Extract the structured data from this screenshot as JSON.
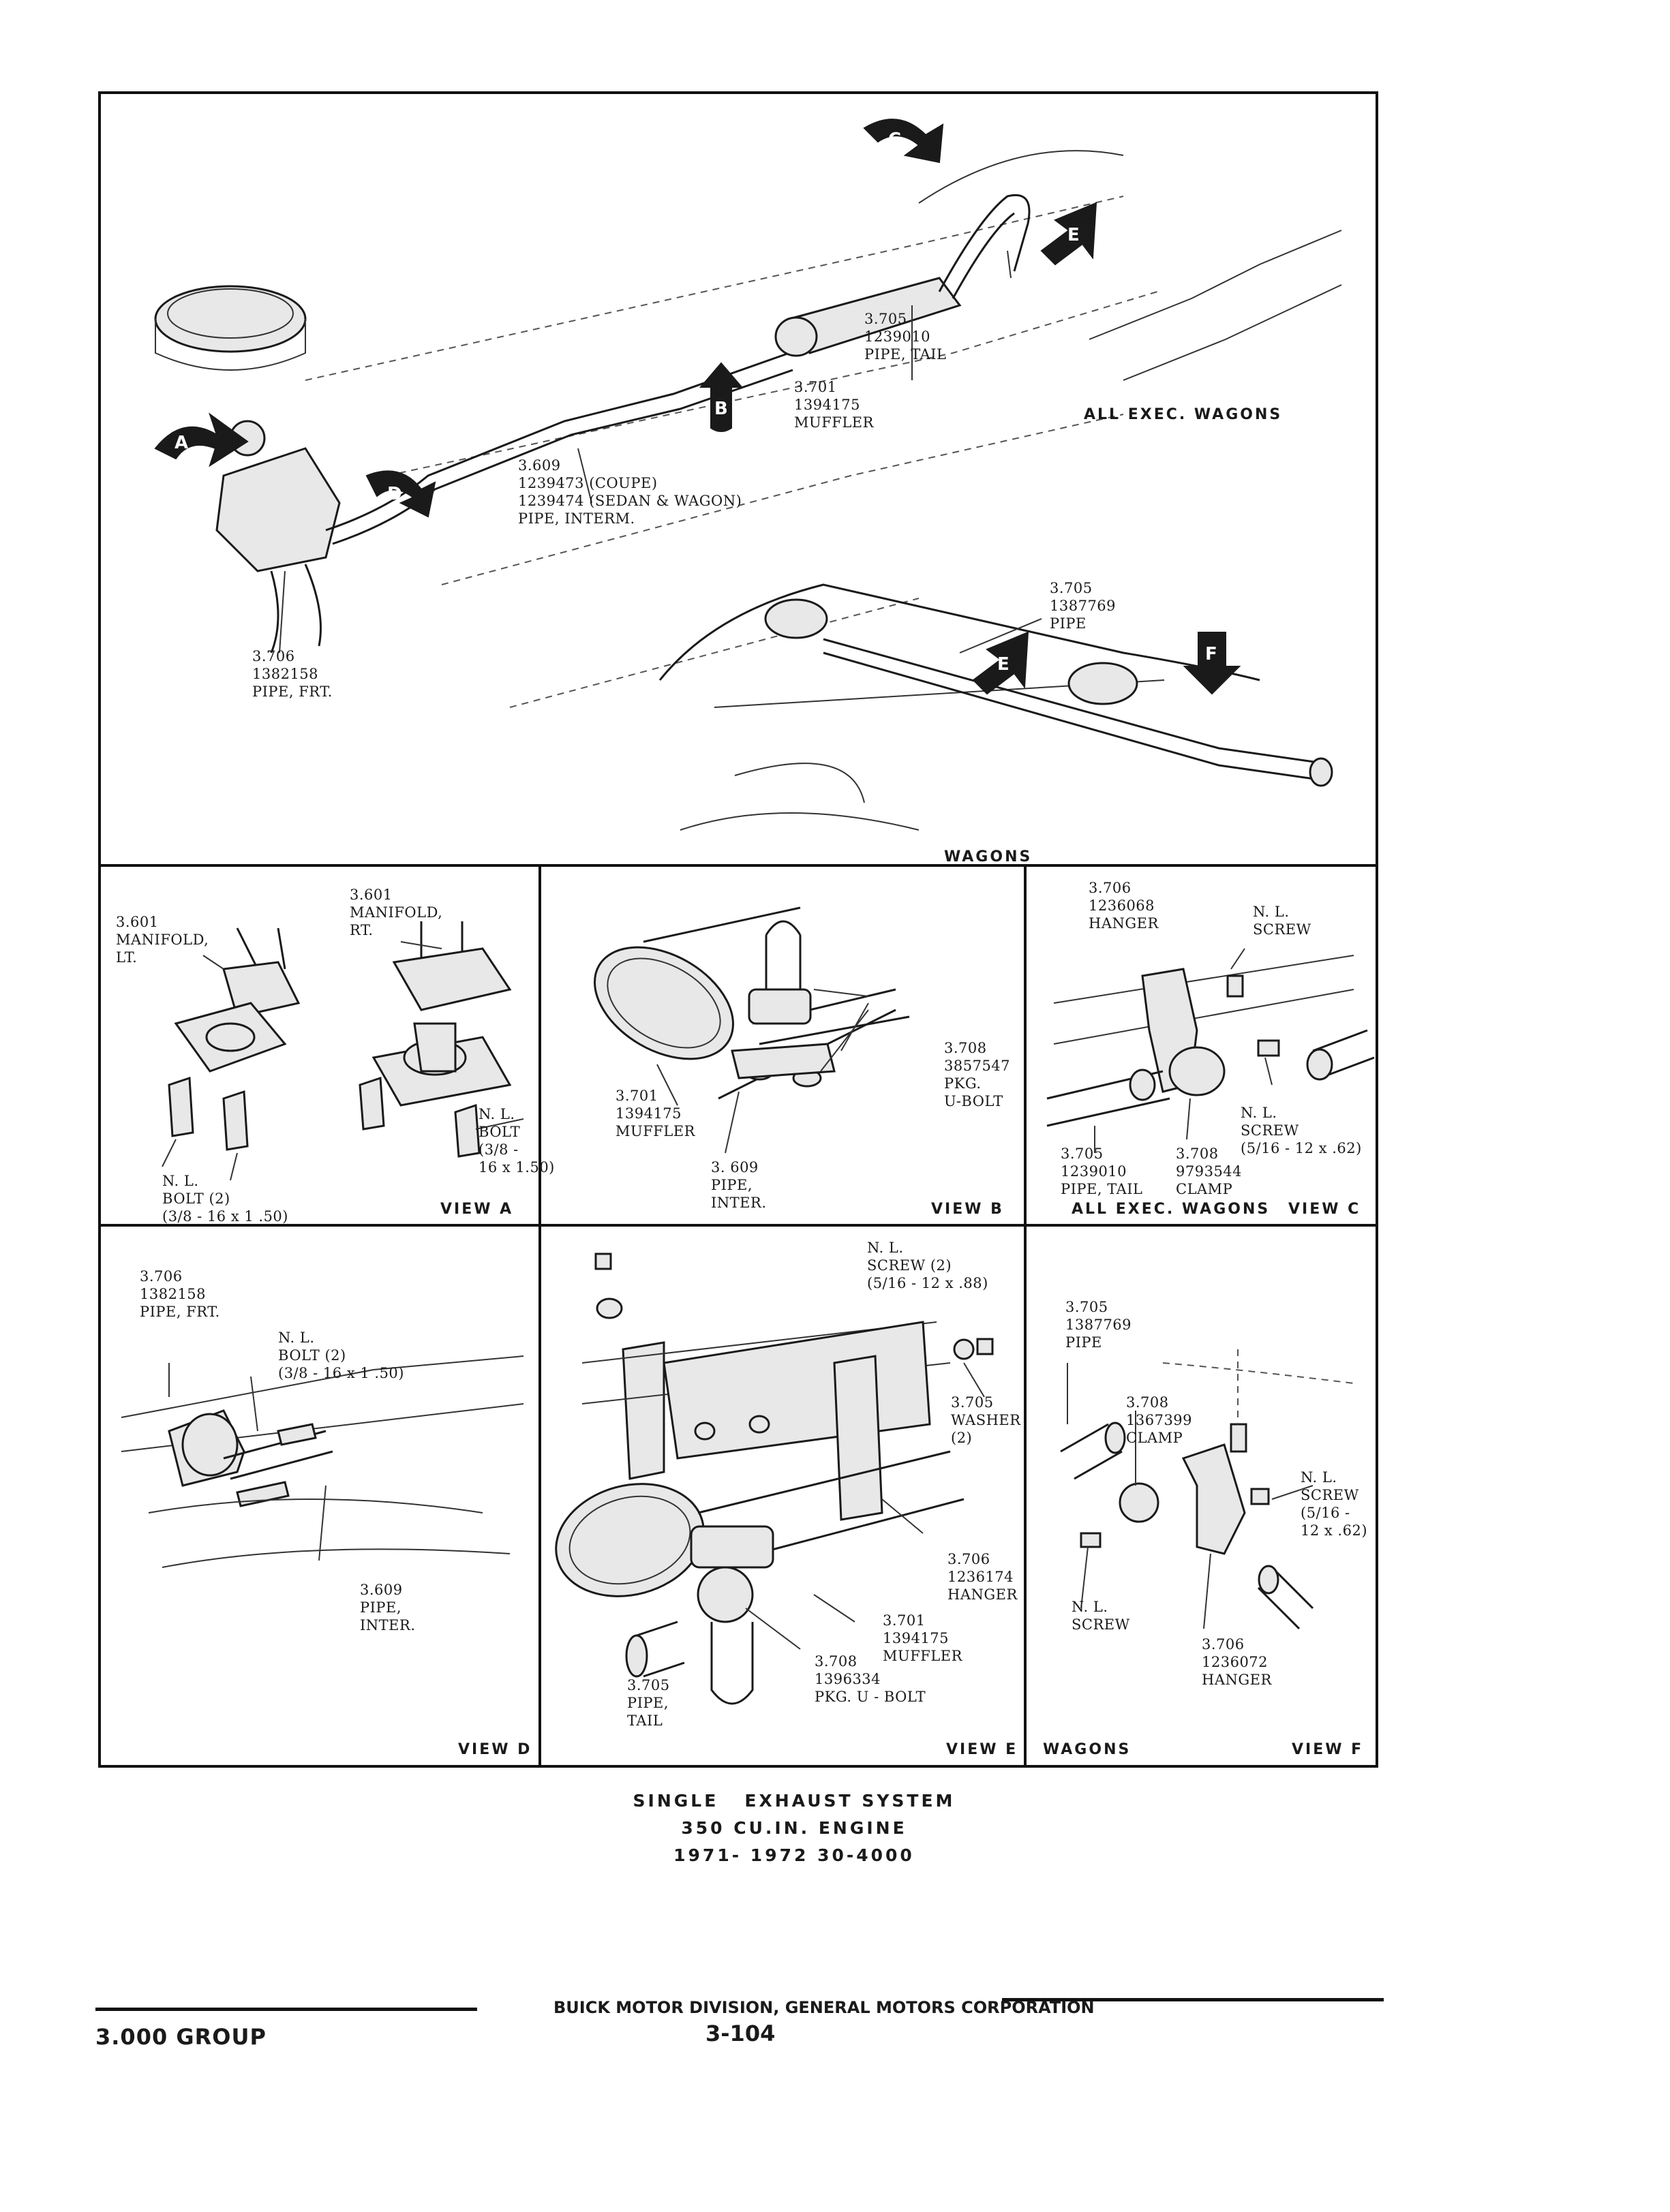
{
  "main_view": {
    "tail_pipe_exec": "3.705\n1239010\nPIPE, TAIL",
    "muffler": "3.701\n1394175\nMUFFLER",
    "interm_pipe": "3.609\n1239473 (COUPE)\n1239474 (SEDAN & WAGON)\nPIPE, INTERM.",
    "front_pipe": "3.706\n1382158\nPIPE, FRT.",
    "exec_wagons": "ALL EXEC. WAGONS",
    "wagon_pipe": "3.705\n1387769\nPIPE",
    "wagons": "WAGONS",
    "markers": [
      "A",
      "B",
      "C",
      "D",
      "E",
      "E",
      "F"
    ]
  },
  "view_a": {
    "manifold_lt": "3.601\nMANIFOLD,\nLT.",
    "manifold_rt": "3.601\nMANIFOLD,\nRT.",
    "bolt_right": "N. L.\nBOLT\n(3/8 -\n16 x 1.50)",
    "bolt_left": "N. L.\nBOLT (2)\n(3/8 - 16 x 1 .50)",
    "caption": "VIEW A"
  },
  "view_b": {
    "muffler": "3.701\n1394175\nMUFFLER",
    "ubolt": "3.708\n3857547\nPKG.\nU-BOLT",
    "pipe": "3. 609\nPIPE,\nINTER.",
    "caption": "VIEW B"
  },
  "view_c": {
    "hanger": "3.706\n1236068\nHANGER",
    "screw_top": "N. L.\nSCREW",
    "screw_bottom": "N. L.\nSCREW\n(5/16 - 12 x .62)",
    "tail_pipe": "3.705\n1239010\nPIPE, TAIL",
    "clamp": "3.708\n9793544\nCLAMP",
    "caption_left": "ALL EXEC. WAGONS",
    "caption": "VIEW C"
  },
  "view_d": {
    "front_pipe": "3.706\n1382158\nPIPE, FRT.",
    "bolt": "N. L.\nBOLT (2)\n(3/8 - 16 x 1 .50)",
    "pipe": "3.609\nPIPE,\nINTER.",
    "caption": "VIEW D"
  },
  "view_e": {
    "screw": "N. L.\nSCREW (2)\n(5/16 - 12 x .88)",
    "washer": "3.705\nWASHER\n(2)",
    "hanger": "3.706\n1236174\nHANGER",
    "muffler": "3.701\n1394175\nMUFFLER",
    "ubolt": "3.708\n1396334\nPKG. U - BOLT",
    "tail_pipe": "3.705\nPIPE,\nTAIL",
    "caption": "VIEW E"
  },
  "view_f": {
    "pipe": "3.705\n1387769\nPIPE",
    "clamp": "3.708\n1367399\nCLAMP",
    "screw_right": "N. L.\nSCREW\n(5/16 -\n12 x .62)",
    "screw_left": "N. L.\nSCREW",
    "hanger": "3.706\n1236072\nHANGER",
    "caption_left": "WAGONS",
    "caption": "VIEW F"
  },
  "title": {
    "line1": "SINGLE   EXHAUST SYSTEM",
    "line2": "350 CU.IN. ENGINE",
    "line3": "1971- 1972 30-4000"
  },
  "footer": {
    "division": "BUICK MOTOR DIVISION, GENERAL MOTORS CORPORATION",
    "group": "3.000 GROUP",
    "page": "3-104"
  }
}
